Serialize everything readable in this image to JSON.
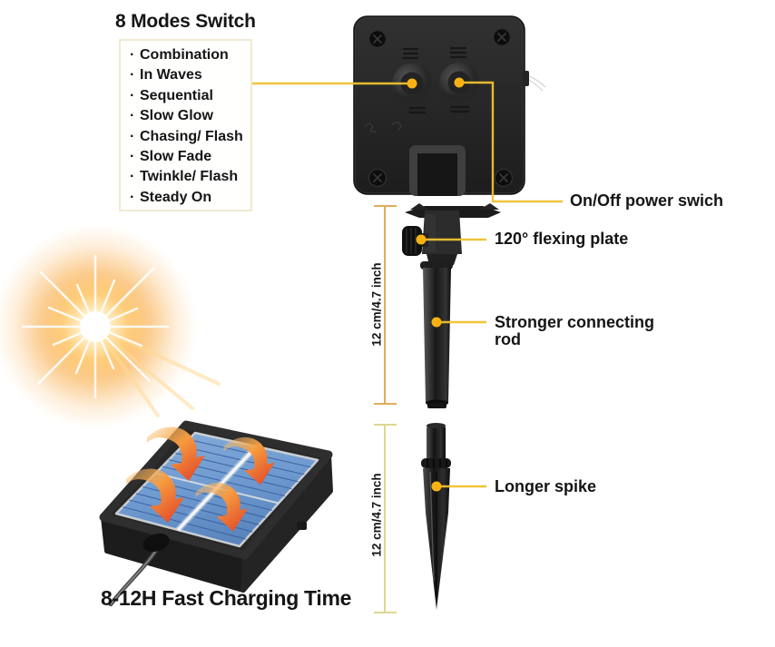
{
  "modes_panel": {
    "title": "8 Modes Switch",
    "bullet": "·",
    "items": [
      "Combination",
      "In Waves",
      "Sequential",
      "Slow Glow",
      "Chasing/ Flash",
      "Slow Fade",
      "Twinkle/ Flash",
      "Steady On"
    ]
  },
  "callouts": {
    "power": "On/Off power swich",
    "flexing_plate": "120° flexing plate",
    "connecting_rod": "Stronger connecting rod",
    "spike": "Longer spike"
  },
  "measurements": {
    "rod": "12 cm/4.7 inch",
    "spike": "12 cm/4.7 inch"
  },
  "solar": {
    "charging_text": "8-12H Fast Charging Time"
  },
  "colors": {
    "callout_line": "#efc22f",
    "callout_dot": "#f8b312",
    "measure_line_rod": "#dfa94e",
    "measure_line_spike": "#dcd78e",
    "text": "#151515",
    "panel_blue": "#6f9bd1",
    "arrow_orange": "#f2893b",
    "sun_orange": "#f9a832"
  }
}
